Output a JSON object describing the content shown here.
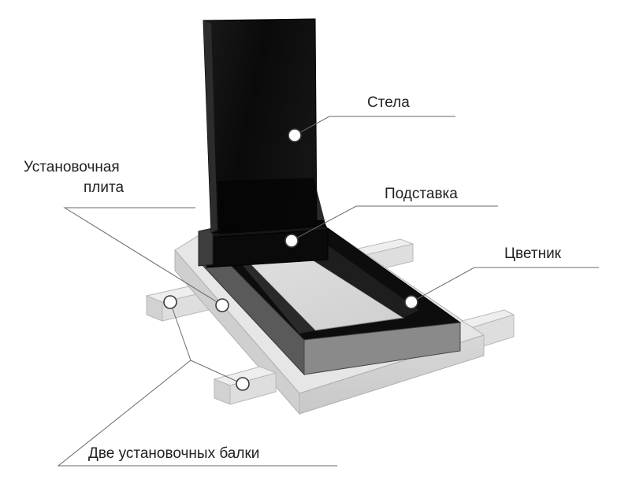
{
  "labels": {
    "stela": "Стела",
    "plate_line1": "Установочная",
    "plate_line2": "плита",
    "stand": "Подставка",
    "flowerbed": "Цветник",
    "beams": "Две установочных балки"
  },
  "colors": {
    "granite": "#0c0c0c",
    "plate": "#dcdcdc",
    "beam": "#e2e2e2",
    "soil": "#d6d6d6",
    "callout": "#6a6a6a"
  }
}
